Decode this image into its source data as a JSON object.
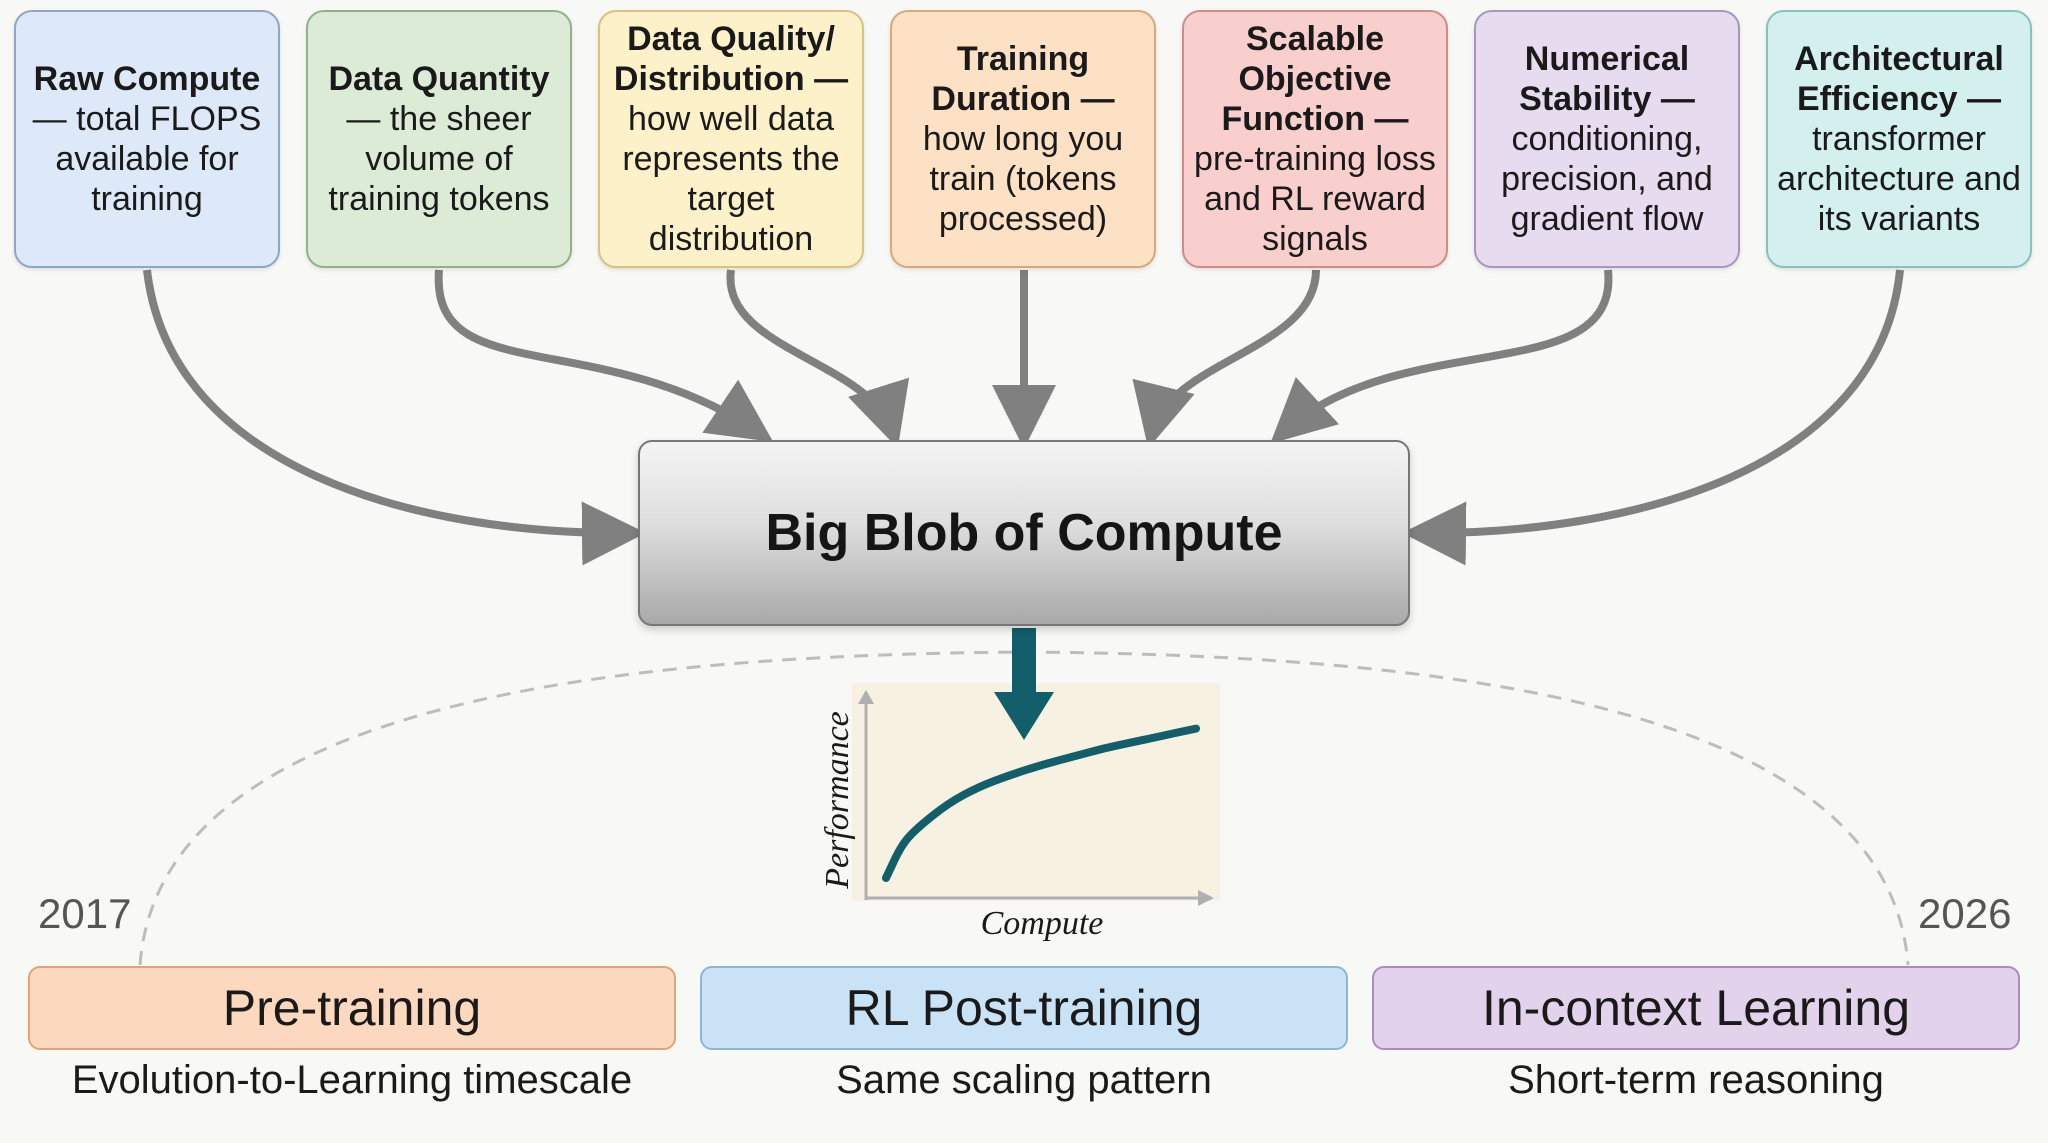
{
  "factors": [
    {
      "title": "Raw Compute",
      "desc": "— total FLOPS available for training",
      "bg": "#dde9f8",
      "border": "#8ea6c6"
    },
    {
      "title": "Data Quantity",
      "desc": "— the sheer volume of training tokens",
      "bg": "#dcebd6",
      "border": "#93b08a"
    },
    {
      "title": "Data Quality/ Distribution —",
      "desc": "how well data represents the target distribution",
      "bg": "#fdf1c9",
      "border": "#d8c27c"
    },
    {
      "title": "Training Duration —",
      "desc": "how long you train (tokens processed)",
      "bg": "#fde1c4",
      "border": "#d9a878"
    },
    {
      "title": "Scalable Objective Function —",
      "desc": "pre-training loss and RL reward signals",
      "bg": "#f9cfcd",
      "border": "#d08c8a"
    },
    {
      "title": "Numerical Stability —",
      "desc": "conditioning, precision, and gradient flow",
      "bg": "#e6dbef",
      "border": "#a996bd"
    },
    {
      "title": "Architectural Efficiency —",
      "desc": "transformer architecture and its variants",
      "bg": "#d3f0ee",
      "border": "#84c3be"
    }
  ],
  "central_box": {
    "label": "Big Blob of Compute"
  },
  "chart_data": {
    "type": "line",
    "title": "",
    "xlabel": "Compute",
    "ylabel": "Performance",
    "xlim": [
      0,
      1
    ],
    "ylim": [
      0,
      1
    ],
    "x": [
      0.0,
      0.05,
      0.1,
      0.2,
      0.3,
      0.4,
      0.5,
      0.6,
      0.7,
      0.8,
      0.9,
      1.0
    ],
    "series": [
      {
        "values": [
          0.0,
          0.2,
          0.3,
          0.45,
          0.55,
          0.62,
          0.68,
          0.73,
          0.78,
          0.82,
          0.86,
          0.9
        ]
      }
    ]
  },
  "timeline": {
    "start_year": "2017",
    "end_year": "2026"
  },
  "eras": [
    {
      "label": "Pre-training",
      "sublabel": "Evolution-to-Learning timescale",
      "bg": "#fcd8bf",
      "border": "#e0a47c"
    },
    {
      "label": "RL Post-training",
      "sublabel": "Same scaling pattern",
      "bg": "#c9e2f6",
      "border": "#8fb5d6"
    },
    {
      "label": "In-context Learning",
      "sublabel": "Short-term reasoning",
      "bg": "#e2d2ec",
      "border": "#a98bbf"
    }
  ],
  "colors": {
    "arrow": "#808080",
    "teal": "#135e6b",
    "chart_bg": "#f6f1e1"
  }
}
